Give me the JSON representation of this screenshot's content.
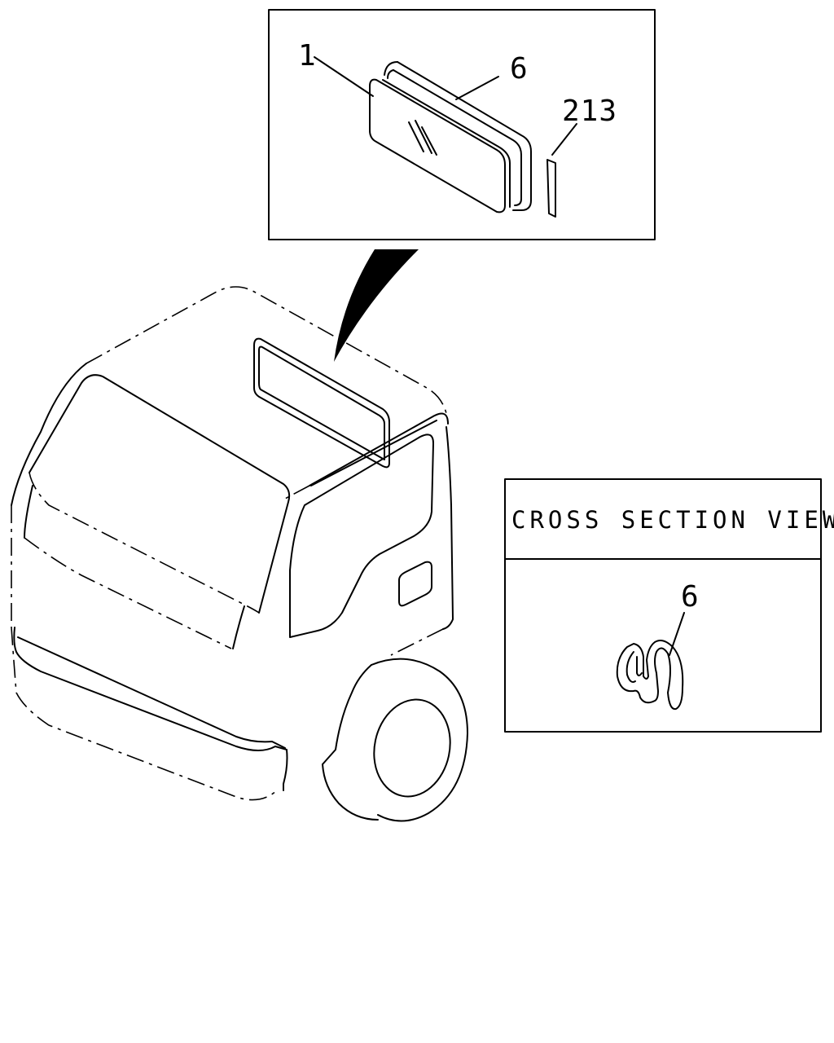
{
  "callouts": {
    "glass": "1",
    "weatherstrip": "6",
    "part_213": "213",
    "section_weatherstrip": "6"
  },
  "cross_section": {
    "title": "CROSS SECTION VIEW"
  }
}
